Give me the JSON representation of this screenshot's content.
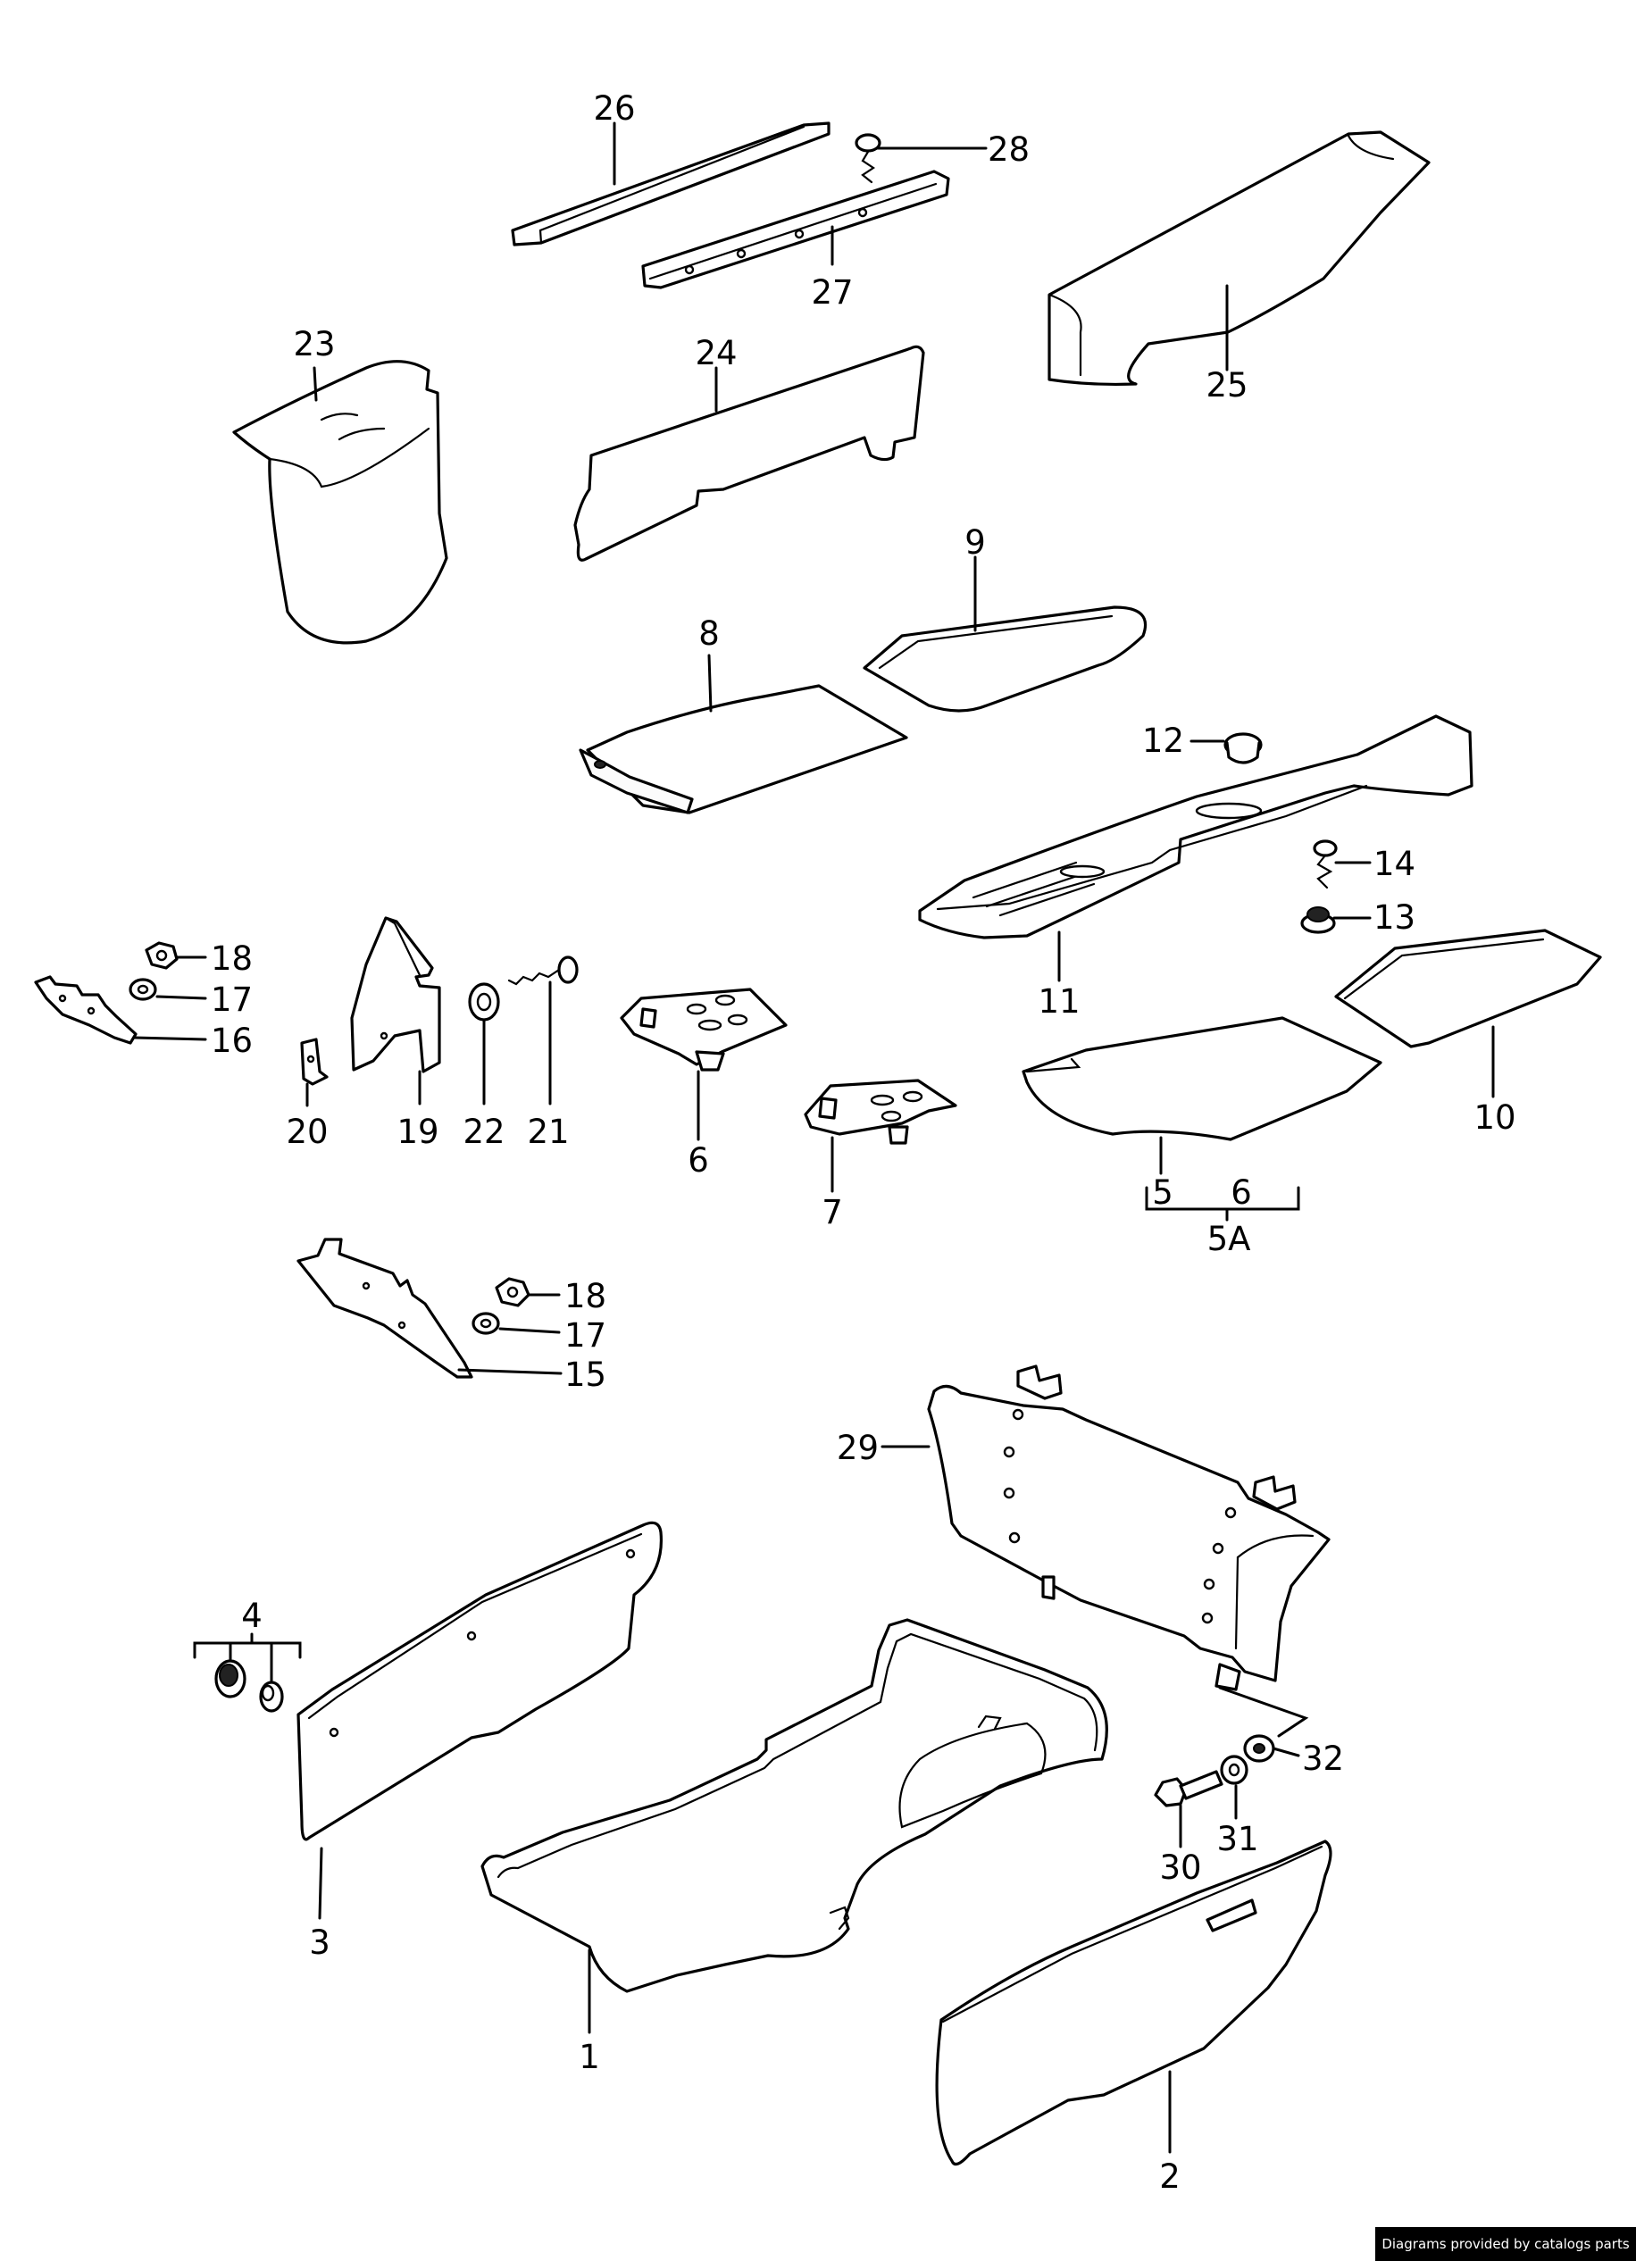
{
  "callouts": {
    "c1": "1",
    "c2": "2",
    "c3": "3",
    "c4": "4",
    "c5": "5",
    "c5a": "5A",
    "c6": "6",
    "c6b": "6",
    "c7": "7",
    "c8": "8",
    "c9": "9",
    "c10": "10",
    "c11": "11",
    "c12": "12",
    "c13": "13",
    "c14": "14",
    "c15": "15",
    "c16": "16",
    "c17": "17",
    "c17b": "17",
    "c18": "18",
    "c18b": "18",
    "c19": "19",
    "c20": "20",
    "c21": "21",
    "c22": "22",
    "c23": "23",
    "c24": "24",
    "c25": "25",
    "c26": "26",
    "c27": "27",
    "c28": "28",
    "c29": "29",
    "c30": "30",
    "c31": "31",
    "c32": "32"
  },
  "footer": {
    "credit": "Diagrams provided by catalogs parts"
  }
}
